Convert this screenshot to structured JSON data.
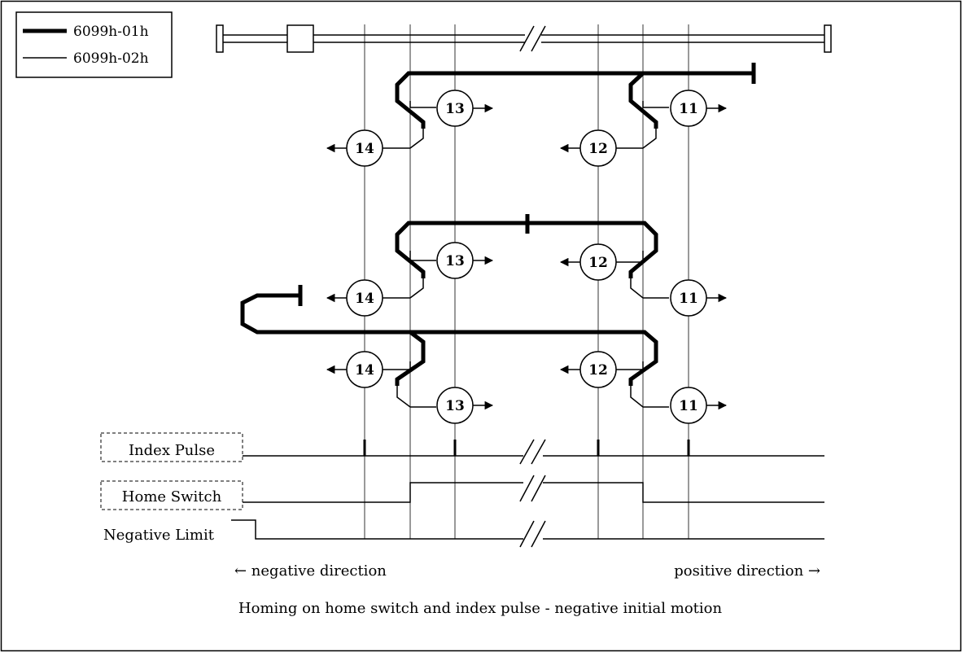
{
  "legend": {
    "thick_label": "6099h-01h",
    "thin_label": "6099h-02h"
  },
  "signals": {
    "index_pulse": "Index Pulse",
    "home_switch": "Home Switch",
    "negative_limit": "Negative Limit"
  },
  "directions": {
    "negative": "← negative direction",
    "positive": "positive direction →"
  },
  "caption": "Homing on home switch and index pulse - negative initial motion",
  "methods": {
    "row1": [
      "13",
      "14",
      "11",
      "12"
    ],
    "row2": [
      "13",
      "14",
      "12",
      "11"
    ],
    "row3": [
      "14",
      "13",
      "12",
      "11"
    ]
  },
  "colors": {
    "stroke": "#000000",
    "background": "#ffffff"
  }
}
